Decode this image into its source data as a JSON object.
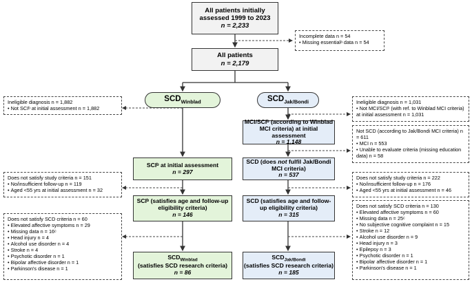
{
  "top": {
    "title": "All patients initially assessed 1999 to 2023",
    "n": "n = 2,233"
  },
  "excluded_top": {
    "header": "Incomplete data n = 54",
    "items": [
      "Missing essentialᵃ data n = 54"
    ]
  },
  "all_patients": {
    "title": "All patients",
    "n": "n = 2,179"
  },
  "winblad": {
    "label": "SCD",
    "sub": "Winblad",
    "excl1": {
      "header": "Ineligible diagnosis n = 1,882",
      "items": [
        "Not SCIᵇ at initial assessment n = 1,882"
      ]
    },
    "box1": {
      "title": "SCIᵇ at initial assessment",
      "n": "n = 297"
    },
    "excl2": {
      "header": "Does not satisfy study criteria n = 151",
      "items": [
        "No/insufficient follow-up n = 119",
        "Aged <55 yrs at initial assessment n = 32"
      ]
    },
    "box2": {
      "title": "SCIᵇ (satisfies age and follow-up eligibility criteria)",
      "n": "n = 146"
    },
    "excl3": {
      "header": "Does not satisfy SCD criteria n = 60",
      "items": [
        "Elevated affective symptoms n = 29",
        "Missing data n = 16ᶜ",
        "Head injury n = 4",
        "Alcohol use disorder n = 4",
        "Stroke n = 4",
        "Psychotic disorder n = 1",
        "Bipolar affective disorder n = 1",
        "Parkinson's disease n = 1"
      ]
    },
    "final": {
      "label": "SCD",
      "sub": "Winblad",
      "title": "(satisfies SCD research criteria)",
      "n": "n = 86"
    }
  },
  "jakbondi": {
    "label": "SCD",
    "sub": "Jak/Bondi",
    "excl1": {
      "header": "Ineligible diagnosis n = 1,031",
      "items": [
        "Not MCI/SCIᵇ (with ref. to Winblad MCI criteria) at initial assessment n = 1,031"
      ]
    },
    "box1": {
      "title": "MCI/SCIᵇ (according to Winblad MCI criteria) at initial assessment",
      "n": "n = 1,148"
    },
    "excl2": {
      "header": "Not SCD (according to Jak/Bondi MCI criteria) n = 611",
      "items": [
        "MCI n = 553",
        "Unable to evaluate criteria (missing education data) n = 58"
      ]
    },
    "box2": {
      "title_a": "SCD (does ",
      "title_em": "not",
      "title_b": " fulfil Jak/Bondi MCI criteria)",
      "n": "n = 537"
    },
    "excl3": {
      "header": "Does not satisfy study criteria n = 222",
      "items": [
        "No/insufficient follow-up n = 176",
        "Aged <55 yrs at initial assessment n = 46"
      ]
    },
    "box3": {
      "title": "SCD (satisfies age and follow-up eligibility criteria)",
      "n": "n = 315"
    },
    "excl4": {
      "header": "Does not satisfy SCD criteria n = 130",
      "items": [
        "Elevated affective symptoms n = 60",
        "Missing data n = 25ᶜ",
        "No subjective cognitive complaint n = 15",
        "Stroke n = 12",
        "Alcohol use disorder n = 9",
        "Head injury n = 3",
        "Epilepsy n = 3",
        "Psychotic disorder n = 1",
        "Bipolar affective disorder n = 1",
        "Parkinson's disease n = 1"
      ]
    },
    "final": {
      "label": "SCD",
      "sub": "Jak/Bondi",
      "title": "(satisfies SCD research criteria)",
      "n": "n = 185"
    }
  }
}
